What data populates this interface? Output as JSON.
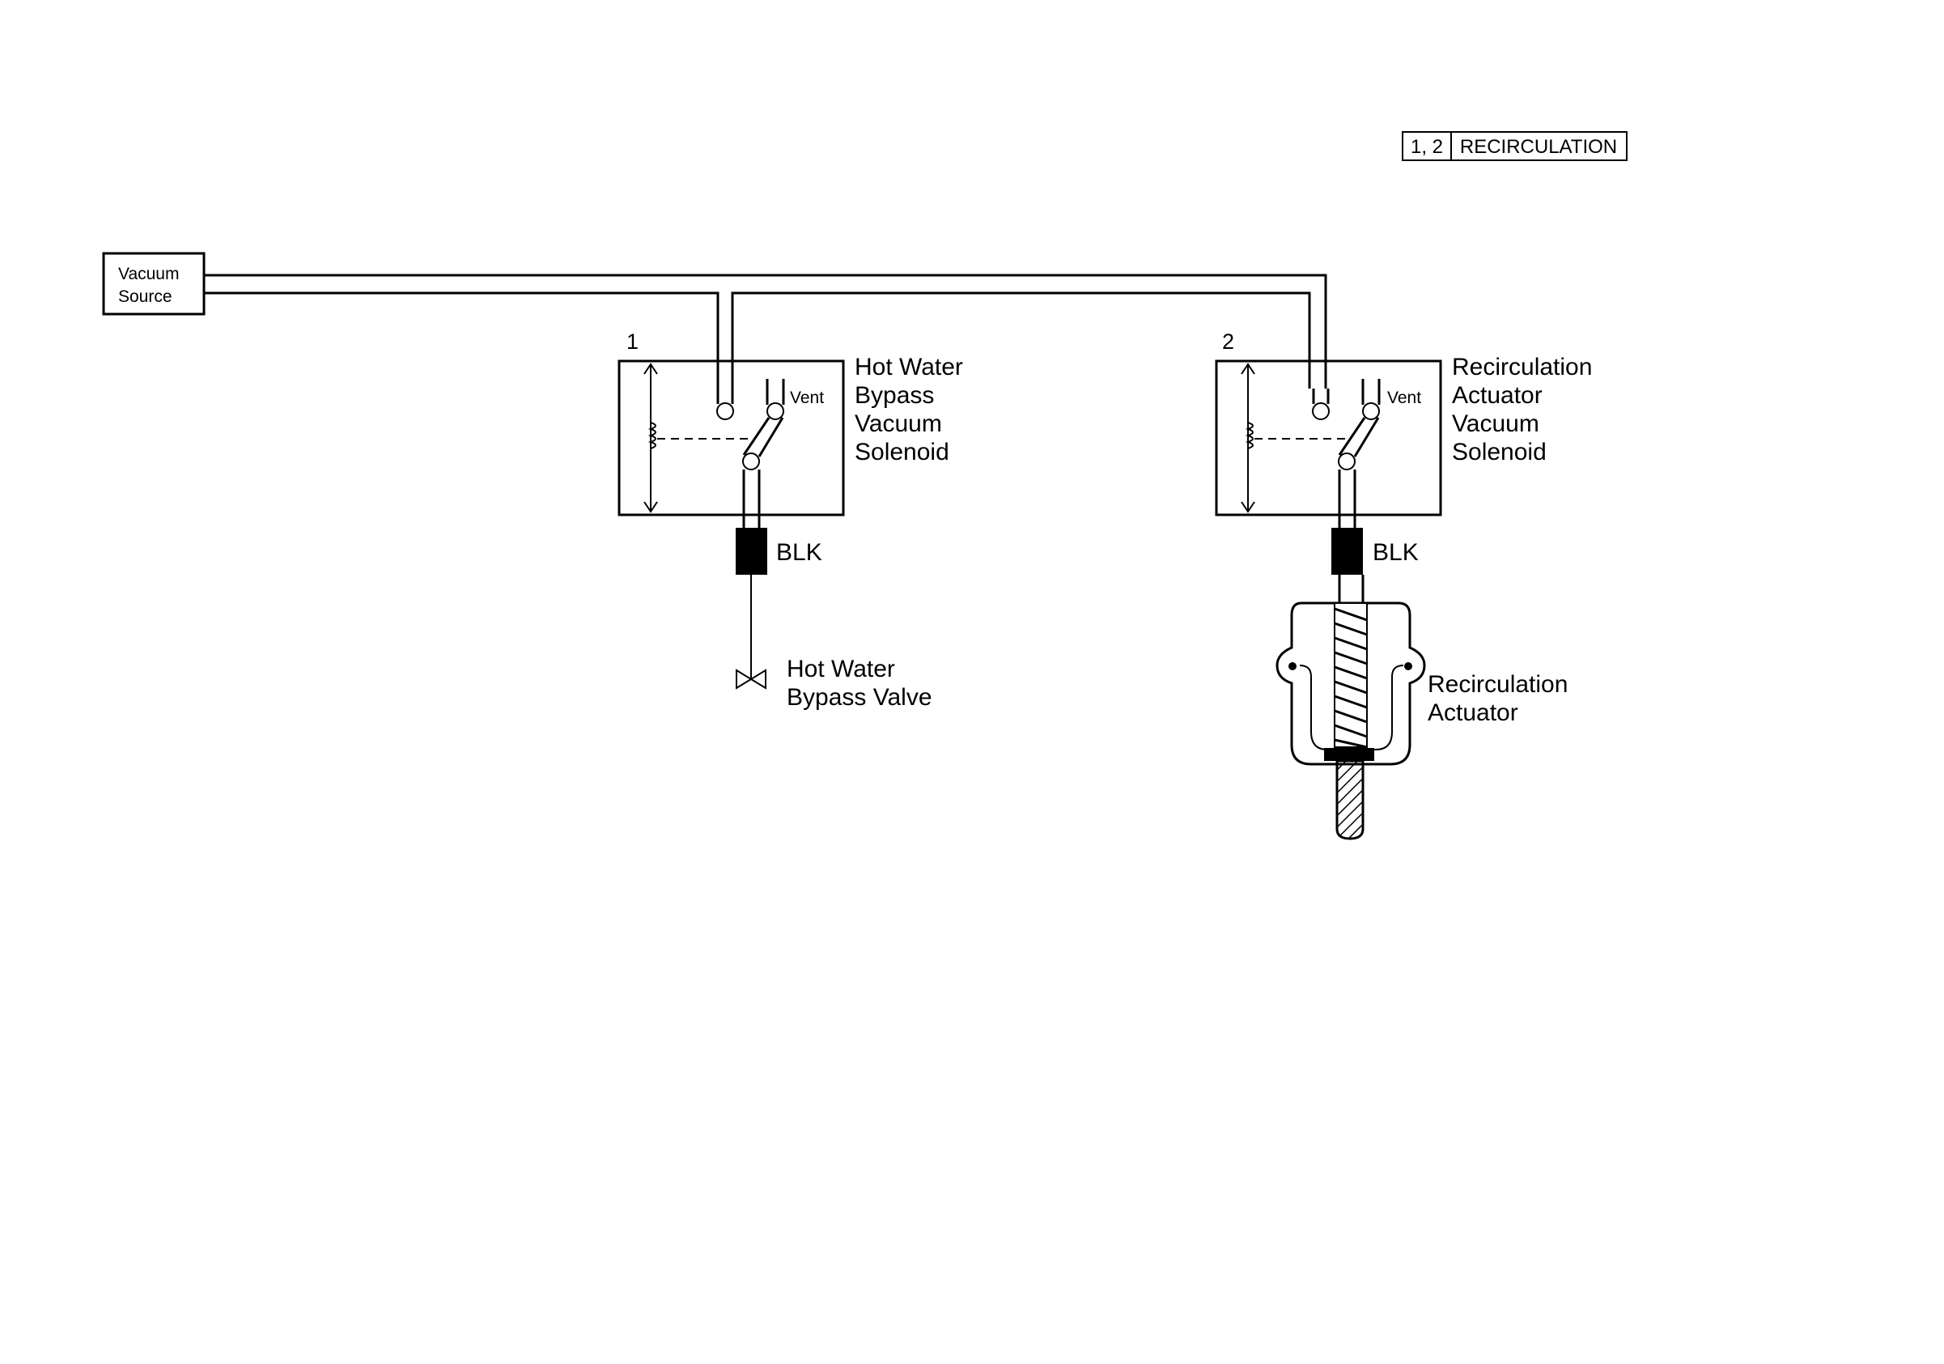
{
  "legend": {
    "number": "1, 2",
    "title": "RECIRCULATION"
  },
  "vacuum_source": {
    "line1": "Vacuum",
    "line2": "Source"
  },
  "solenoids": [
    {
      "number": "1",
      "label": [
        "Hot Water",
        "Bypass",
        "Vacuum",
        "Solenoid"
      ],
      "vent_label": "Vent",
      "connector_label": "BLK"
    },
    {
      "number": "2",
      "label": [
        "Recirculation",
        "Actuator",
        "Vacuum",
        "Solenoid"
      ],
      "vent_label": "Vent",
      "connector_label": "BLK"
    }
  ],
  "hot_water_valve": {
    "label": [
      "Hot Water",
      "Bypass Valve"
    ],
    "icon": "valve-icon"
  },
  "recirculation_actuator": {
    "label": [
      "Recirculation",
      "Actuator"
    ],
    "icon": "vacuum-actuator-icon"
  },
  "colors": {
    "line": "#000000",
    "background": "#ffffff"
  }
}
